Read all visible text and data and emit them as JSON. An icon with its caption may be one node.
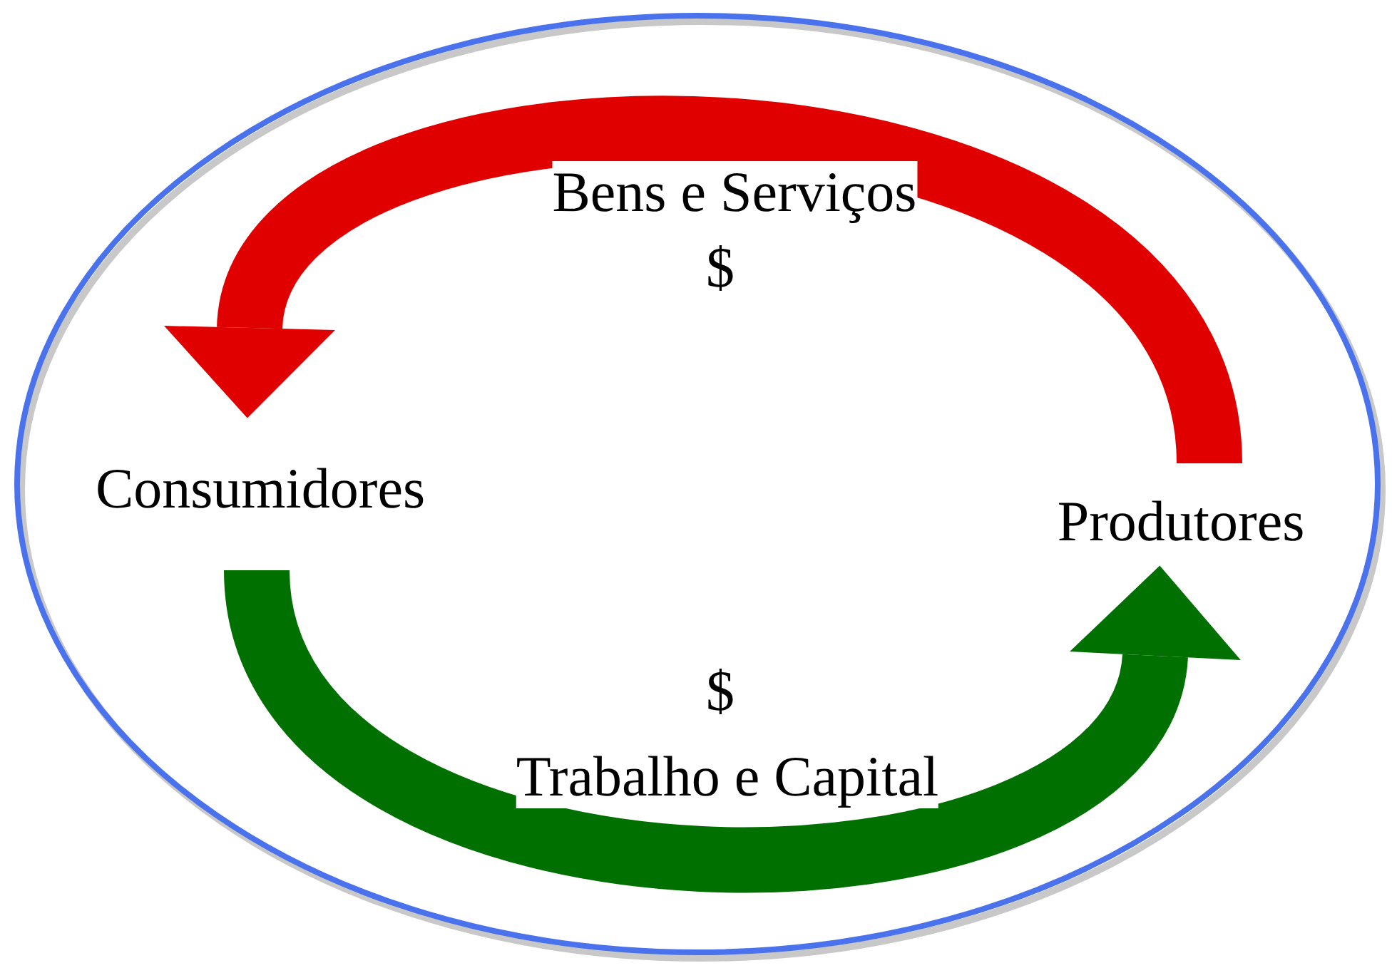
{
  "diagram": {
    "nodes": [
      {
        "text": [],
        "shape": "ellipse"
      },
      {
        "text": [
          "Consumidores"
        ],
        "in": 0
      },
      {
        "text": [
          "Produtores"
        ],
        "in": 0
      }
    ],
    "edges": [
      {
        "from": 2,
        "to": 1,
        "arrow": "to",
        "label": "Bens e Serviços",
        "color": "#e00000"
      },
      {
        "from": 1,
        "to": 2,
        "arrow": "to",
        "label": "Trabalho e Capital",
        "color": "#007000"
      }
    ],
    "labels": [
      "$",
      "$"
    ]
  }
}
